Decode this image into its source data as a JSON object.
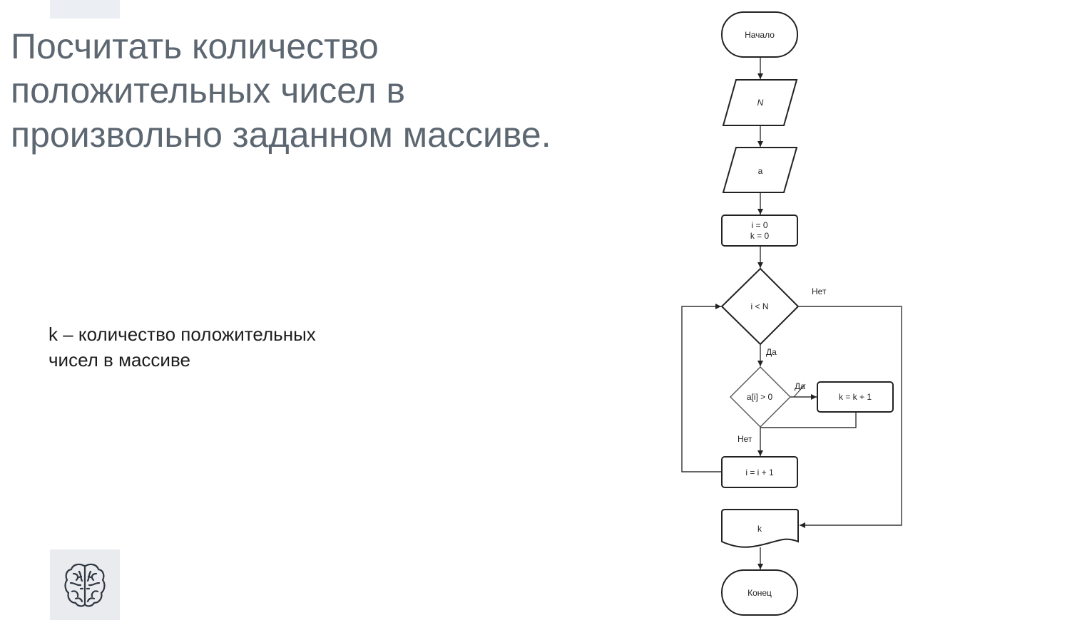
{
  "slide": {
    "title_lines": [
      "Посчитать количество",
      "положительных чисел в",
      "произвольно заданном массиве."
    ],
    "note_lines": [
      "k – количество положительных",
      "чисел в массиве"
    ],
    "logo_icon": "brain-icon"
  },
  "flowchart": {
    "start_label": "Начало",
    "input_n_label": "N",
    "input_a_label": "a",
    "init_i_label": "i = 0",
    "init_k_label": "k = 0",
    "loop_condition_label": "i < N",
    "loop_no_label": "Нет",
    "loop_yes_label": "Да",
    "positive_condition_label": "a[i] > 0",
    "positive_yes_label": "Да",
    "positive_no_label": "Нет",
    "increment_k_label": "k = k + 1",
    "increment_i_label": "i = i + 1",
    "output_label": "k",
    "end_label": "Конец"
  },
  "colors": {
    "title": "#5d6771",
    "text": "#1d1d1d",
    "line": "#333333",
    "background": "#ffffff"
  }
}
